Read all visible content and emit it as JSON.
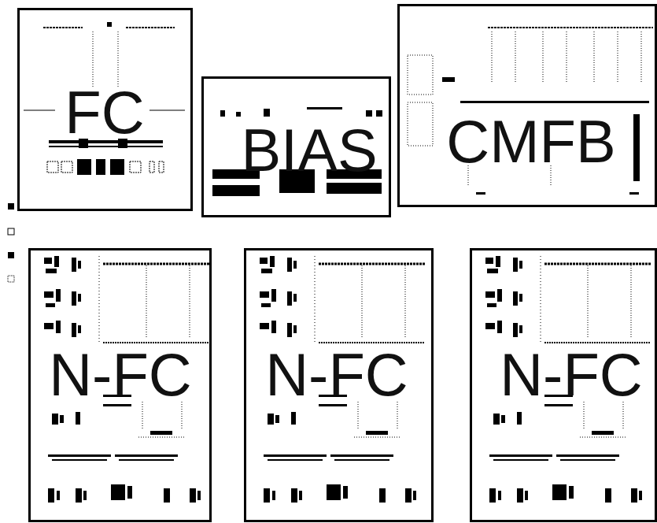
{
  "diagram": {
    "nodes": [
      {
        "text": [
          "FC"
        ]
      },
      {
        "text": [
          "BIAS"
        ]
      },
      {
        "text": [
          "CMFB"
        ]
      },
      {
        "text": [
          "N-FC"
        ]
      },
      {
        "text": [
          "N-FC"
        ]
      },
      {
        "text": [
          "N-FC"
        ]
      }
    ]
  }
}
